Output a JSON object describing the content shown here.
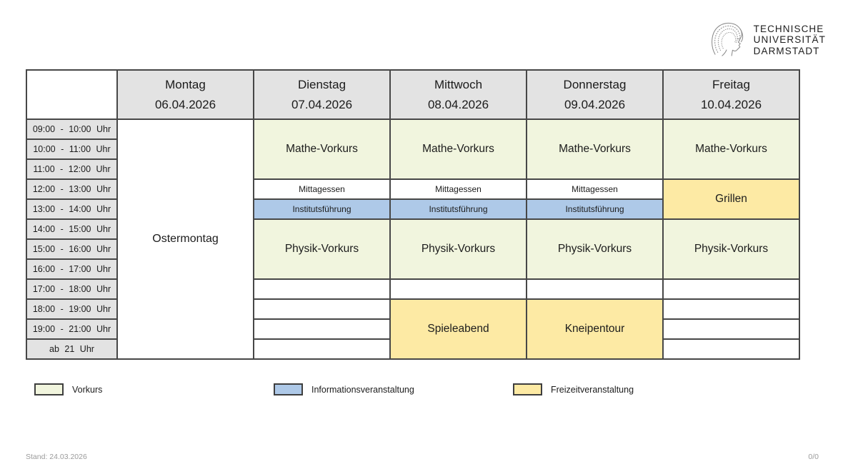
{
  "logo": {
    "name": "TU Darmstadt",
    "lines": [
      "TECHNISCHE",
      "UNIVERSITÄT",
      "DARMSTADT"
    ]
  },
  "schedule": {
    "days": [
      {
        "name": "Montag",
        "date": "06.04.2026"
      },
      {
        "name": "Dienstag",
        "date": "07.04.2026"
      },
      {
        "name": "Mittwoch",
        "date": "08.04.2026"
      },
      {
        "name": "Donnerstag",
        "date": "09.04.2026"
      },
      {
        "name": "Freitag",
        "date": "10.04.2026"
      }
    ],
    "times": [
      "09:00 - 10:00 Uhr",
      "10:00 - 11:00 Uhr",
      "11:00 - 12:00 Uhr",
      "12:00 - 13:00 Uhr",
      "13:00 - 14:00 Uhr",
      "14:00 - 15:00 Uhr",
      "15:00 - 16:00 Uhr",
      "16:00 - 17:00 Uhr",
      "17:00 - 18:00 Uhr",
      "18:00 - 19:00 Uhr",
      "19:00 - 21:00 Uhr",
      "ab 21 Uhr"
    ],
    "events": {
      "ostermontag": "Ostermontag",
      "mathe_vorkurs": "Mathe-Vorkurs",
      "mittagessen": "Mittagessen",
      "institutsfuehrung": "Institutsführung",
      "grillen": "Grillen",
      "physik_vorkurs": "Physik-Vorkurs",
      "spieleabend": "Spieleabend",
      "kneipentour": "Kneipentour"
    }
  },
  "legend": {
    "vorkurs": {
      "label": "Vorkurs",
      "color": "#f1f5de"
    },
    "information": {
      "label": "Informationsveranstaltung",
      "color": "#aec9e8"
    },
    "freizeit": {
      "label": "Freizeitveranstaltung",
      "color": "#fdeaa4"
    }
  },
  "footer": {
    "stand": "Stand: 24.03.2026",
    "page_indicator": "0/0"
  },
  "colors": {
    "header_bg": "#e3e3e3",
    "vorkurs_bg": "#f1f5de",
    "information_bg": "#aec9e8",
    "freizeit_bg": "#fdeaa4",
    "border": "#474747",
    "footer_text": "#9b9b9b"
  }
}
